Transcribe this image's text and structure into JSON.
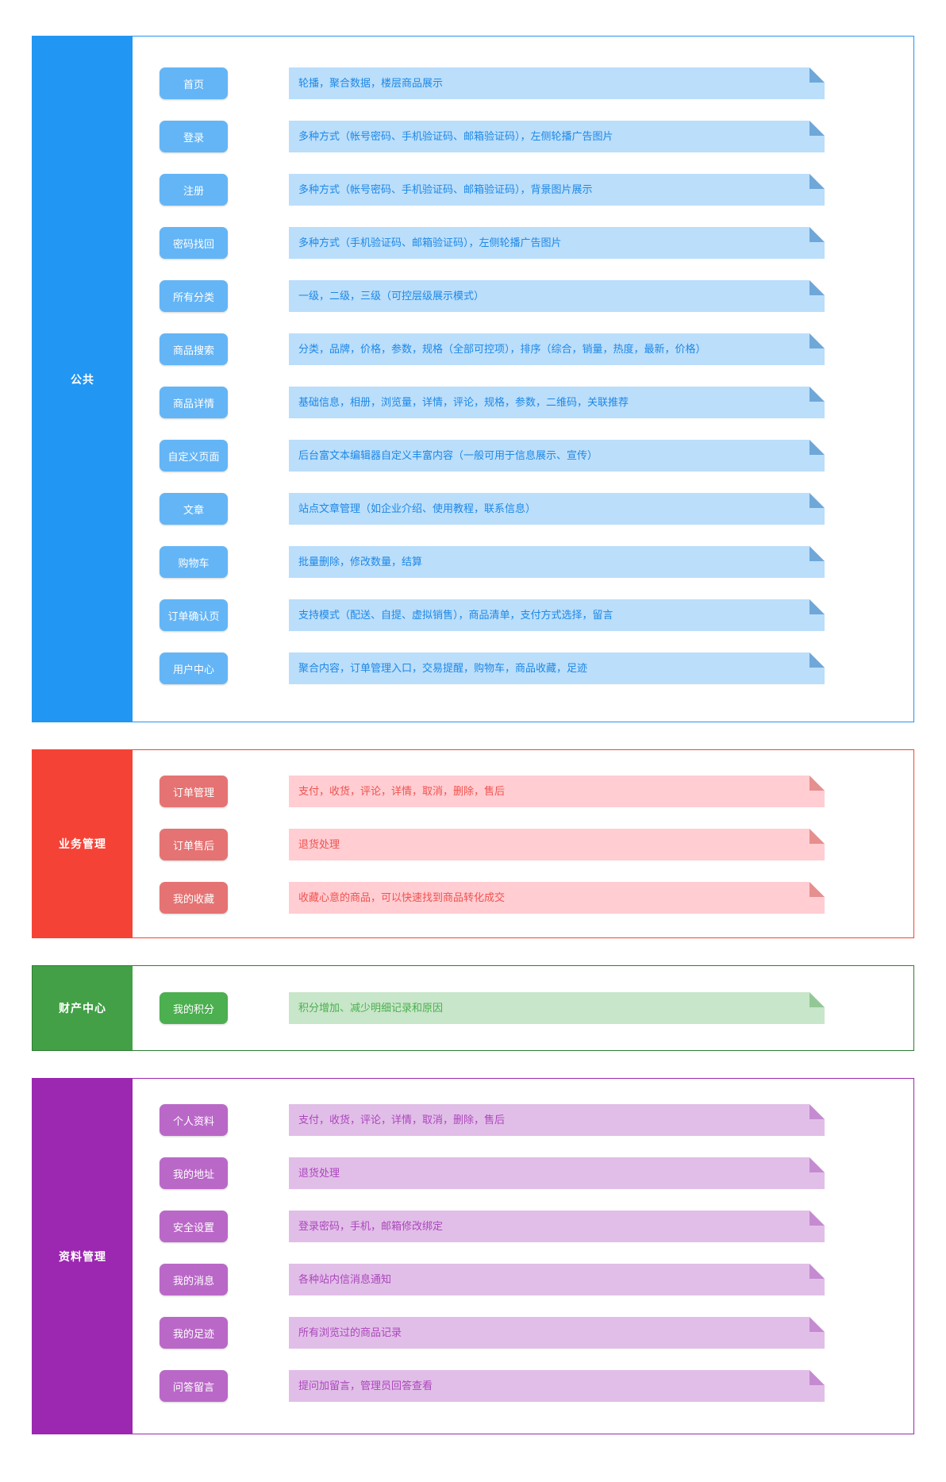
{
  "sections": [
    {
      "id": "public",
      "label": "公共",
      "colors": {
        "main": "#2196F3",
        "border": "#2196F3",
        "button": "#64B5F6",
        "note_bg": "#BBDEFB",
        "note_text": "#1E88E5",
        "fold": "#6FA7D8"
      },
      "rows": [
        {
          "button": "首页",
          "note": "轮播，聚合数据，楼层商品展示"
        },
        {
          "button": "登录",
          "note": "多种方式（帐号密码、手机验证码、邮箱验证码），左侧轮播广告图片"
        },
        {
          "button": "注册",
          "note": "多种方式（帐号密码、手机验证码、邮箱验证码），背景图片展示"
        },
        {
          "button": "密码找回",
          "note": "多种方式（手机验证码、邮箱验证码），左侧轮播广告图片"
        },
        {
          "button": "所有分类",
          "note": "一级，二级，三级（可控层级展示模式）"
        },
        {
          "button": "商品搜索",
          "note": "分类，品牌，价格，参数，规格（全部可控项），排序（综合，销量，热度，最新，价格）"
        },
        {
          "button": "商品详情",
          "note": "基础信息，相册，浏览量，详情，评论，规格，参数，二维码，关联推荐"
        },
        {
          "button": "自定义页面",
          "note": "后台富文本编辑器自定义丰富内容（一般可用于信息展示、宣传）"
        },
        {
          "button": "文章",
          "note": "站点文章管理（如企业介绍、使用教程，联系信息）"
        },
        {
          "button": "购物车",
          "note": "批量删除，修改数量，结算"
        },
        {
          "button": "订单确认页",
          "note": "支持模式（配送、自提、虚拟销售），商品清单，支付方式选择，留言"
        },
        {
          "button": "用户中心",
          "note": "聚合内容，订单管理入口，交易提醒，购物车，商品收藏，足迹"
        }
      ]
    },
    {
      "id": "business",
      "label": "业务管理",
      "colors": {
        "main": "#F44336",
        "border": "#F44336",
        "button": "#E57373",
        "note_bg": "#FFCDD2",
        "note_text": "#EF5350",
        "fold": "#E58F8F"
      },
      "rows": [
        {
          "button": "订单管理",
          "note": "支付，收货，评论，详情，取消，删除，售后"
        },
        {
          "button": "订单售后",
          "note": "退货处理"
        },
        {
          "button": "我的收藏",
          "note": "收藏心意的商品，可以快速找到商品转化成交"
        }
      ]
    },
    {
      "id": "property",
      "label": "财产中心",
      "colors": {
        "main": "#43A047",
        "border": "#2E7D32",
        "button": "#4CAF50",
        "note_bg": "#C8E6C9",
        "note_text": "#4CAF50",
        "fold": "#94C797"
      },
      "rows": [
        {
          "button": "我的积分",
          "note": "积分增加、减少明细记录和原因"
        }
      ]
    },
    {
      "id": "profile",
      "label": "资料管理",
      "colors": {
        "main": "#9C27B0",
        "border": "#9C27B0",
        "button": "#BA68C8",
        "note_bg": "#E1BEE7",
        "note_text": "#AB47BC",
        "fold": "#C58BD1"
      },
      "rows": [
        {
          "button": "个人资料",
          "note": "支付，收货，评论，详情，取消，删除，售后"
        },
        {
          "button": "我的地址",
          "note": "退货处理"
        },
        {
          "button": "安全设置",
          "note": "登录密码，手机，邮箱修改绑定"
        },
        {
          "button": "我的消息",
          "note": "各种站内信消息通知"
        },
        {
          "button": "我的足迹",
          "note": "所有浏览过的商品记录"
        },
        {
          "button": "问答留言",
          "note": "提问加留言，管理员回答查看"
        }
      ]
    }
  ]
}
